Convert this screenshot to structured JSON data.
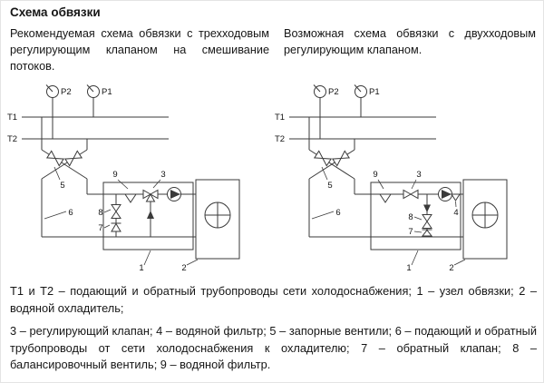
{
  "page": {
    "title": "Схема обвязки",
    "caption_left": "Рекомендуемая схема обвязки с трехходовым регулирующим клапаном на смешивание потоков.",
    "caption_right": "Возможная схема обвязки с двухходовым регулирующим клапаном.",
    "legend_line1": "Т1 и Т2 – подающий и обратный трубопроводы сети холодоснабжения; 1 – узел обвязки; 2 – водяной охладитель;",
    "legend_line2": "3 – регулирующий клапан; 4 – водяной фильтр; 5 – запорные вентили; 6 – подающий и обратный трубопроводы от сети холодоснабжения к охладителю; 7 – обратный клапан; 8 – балансировочный вентиль; 9 – водяной фильтр."
  },
  "labels": {
    "t1": "Т1",
    "t2": "Т2",
    "p1": "Р1",
    "p2": "Р2",
    "n1": "1",
    "n2": "2",
    "n3": "3",
    "n4": "4",
    "n5": "5",
    "n6": "6",
    "n7": "7",
    "n8": "8",
    "n9": "9"
  },
  "colors": {
    "line": "#3a3a3a",
    "text": "#161616"
  }
}
